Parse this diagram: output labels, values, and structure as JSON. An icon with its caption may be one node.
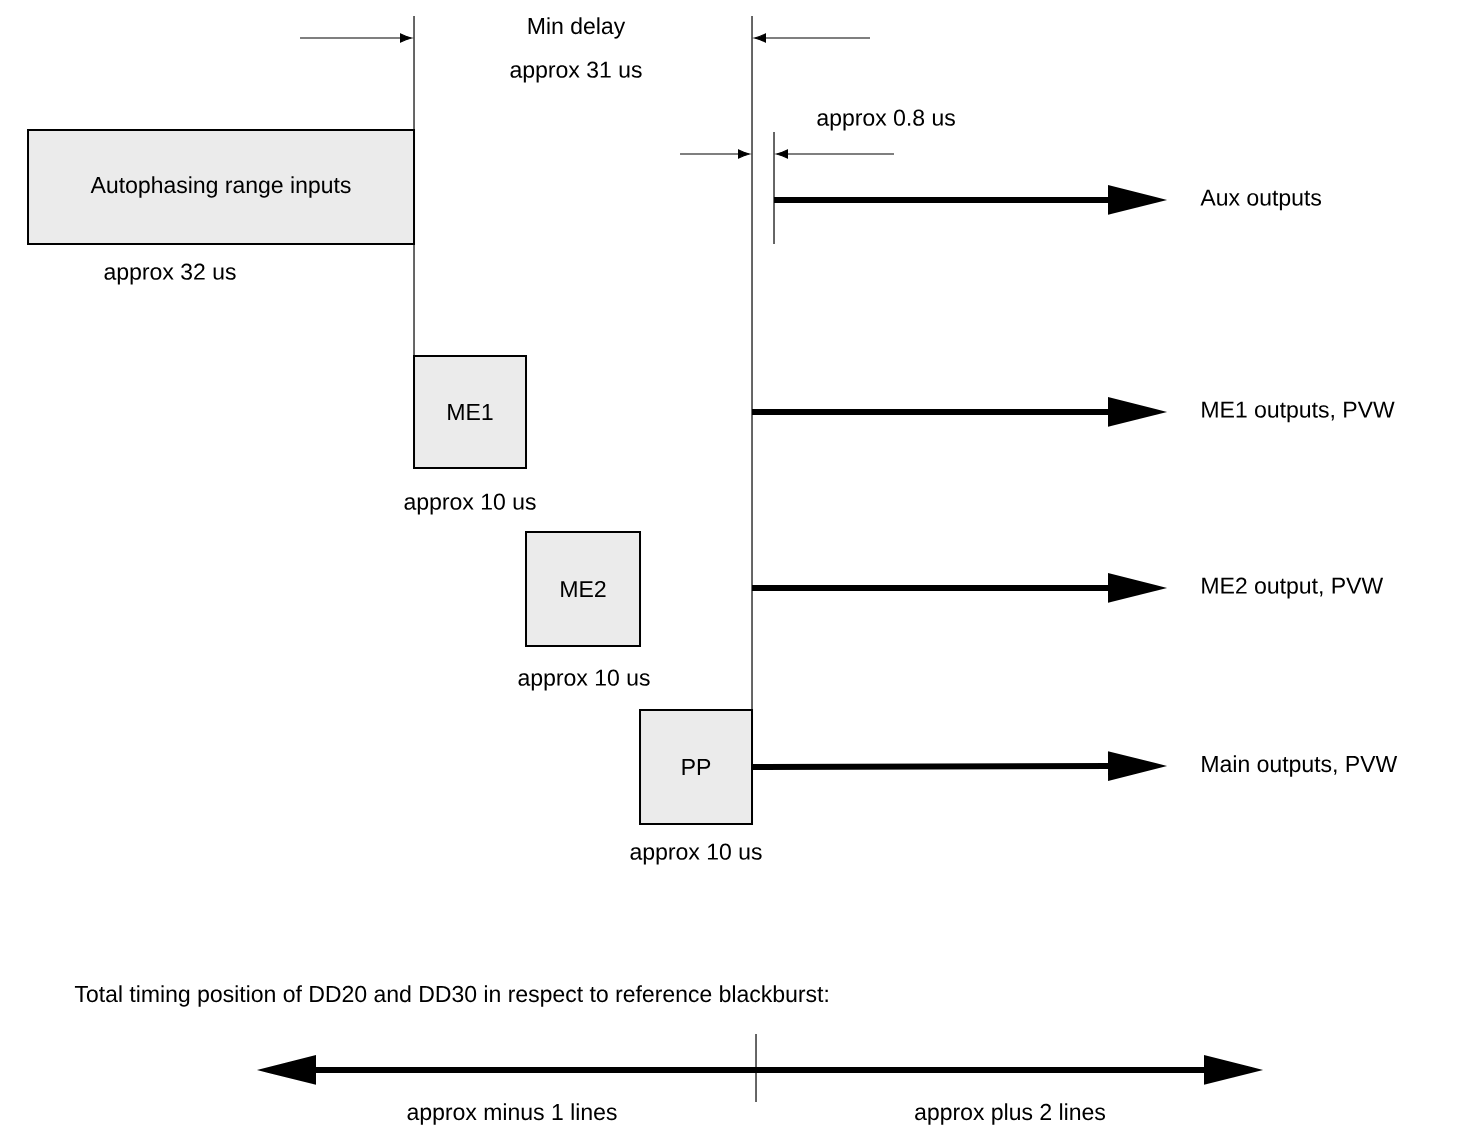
{
  "diagram": {
    "nodes": [
      {
        "text": [
          "Autophasing range inputs"
        ],
        "beside": [
          "approx 32 us"
        ]
      },
      {
        "text": [
          "ME1"
        ],
        "beside": [
          "approx 10 us"
        ]
      },
      {
        "text": [
          "ME2"
        ],
        "beside": [
          "approx 10 us"
        ]
      },
      {
        "text": [
          "PP"
        ],
        "beside": [
          "approx 10 us"
        ]
      },
      {
        "text": [
          "Aux outputs"
        ]
      },
      {
        "text": [
          "ME1 outputs, PVW"
        ]
      },
      {
        "text": [
          "ME2 output, PVW"
        ]
      },
      {
        "text": [
          "Main outputs, PVW"
        ]
      }
    ],
    "edges": [
      {
        "from": null,
        "to": 4,
        "arrow": "to"
      },
      {
        "from": null,
        "to": 5,
        "arrow": "to"
      },
      {
        "from": null,
        "to": 6,
        "arrow": "to"
      },
      {
        "from": 3,
        "to": 7,
        "arrow": "to"
      }
    ],
    "labels": [
      "Min delay",
      "approx 31 us",
      "approx 0.8 us",
      "Total timing position of DD20 and DD30 in respect to reference blackburst:",
      "approx minus 1 lines",
      "approx plus 2 lines"
    ]
  }
}
